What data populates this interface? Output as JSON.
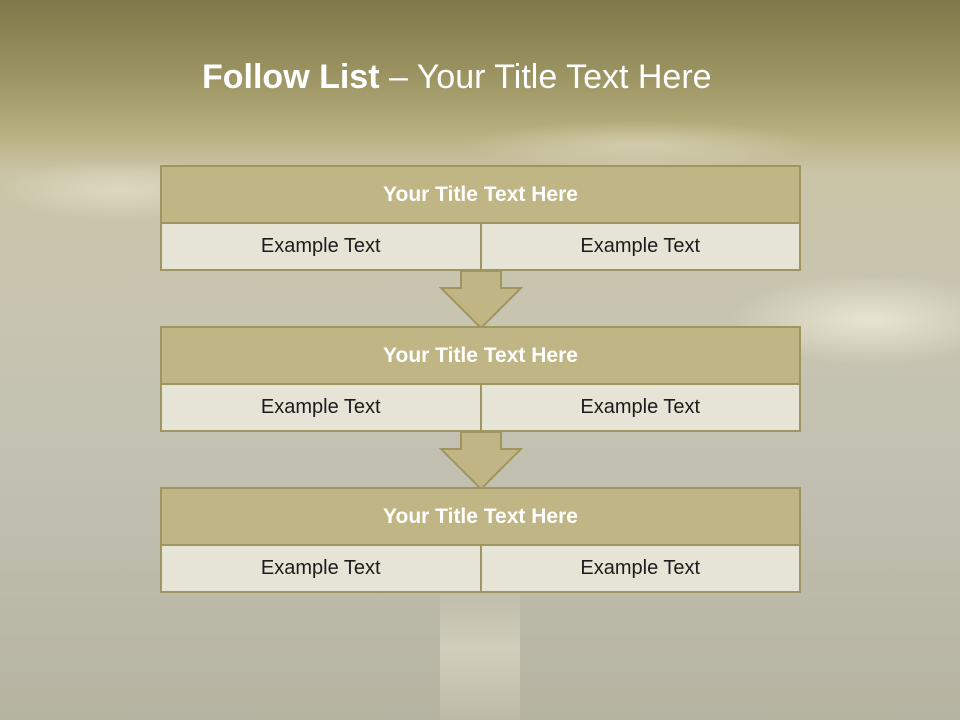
{
  "title": {
    "bold": "Follow List",
    "rest": " – Your Title Text Here"
  },
  "blocks": [
    {
      "title": "Your Title Text Here",
      "cells": [
        "Example Text",
        "Example Text"
      ]
    },
    {
      "title": "Your Title Text Here",
      "cells": [
        "Example Text",
        "Example Text"
      ]
    },
    {
      "title": "Your Title Text Here",
      "cells": [
        "Example Text",
        "Example Text"
      ]
    }
  ],
  "colors": {
    "header_fill": "#c0b584",
    "cell_fill": "#e6e3d7",
    "border": "#a1955f",
    "sky_top": "#7f784b"
  }
}
